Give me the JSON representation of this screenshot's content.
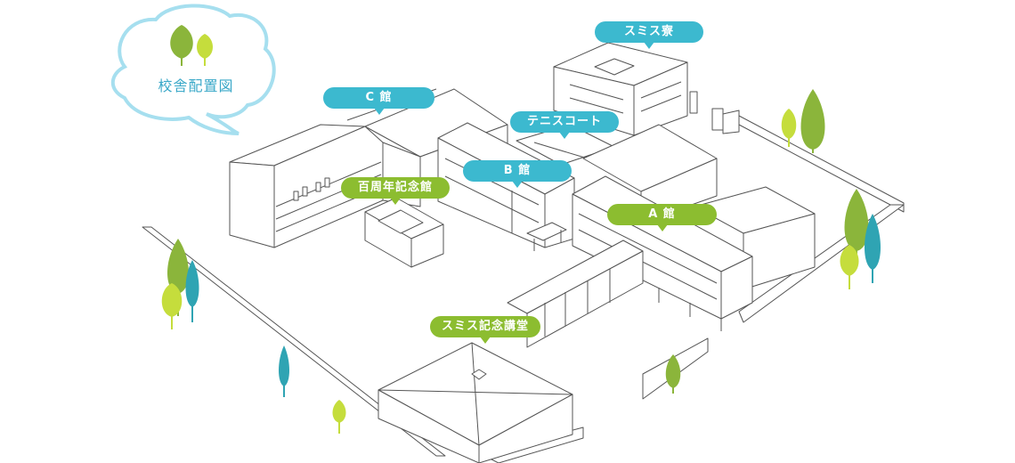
{
  "title": "校舎配置図",
  "labels": {
    "smith_dorm": "スミス寮",
    "c_hall": "C 館",
    "tennis_court": "テニスコート",
    "b_hall": "B 館",
    "centennial_hall": "百周年記念館",
    "a_hall": "A 館",
    "smith_auditorium": "スミス記念講堂"
  },
  "colors": {
    "teal": "#3cb9cf",
    "green": "#8cbd30",
    "line": "#555555",
    "cloud_border": "#a6dfef",
    "title_text": "#3aa8c8",
    "tree_light_green": "#c5dd3c",
    "tree_green": "#8bb53b",
    "tree_teal": "#2fa4b3"
  },
  "icons": {
    "title_icon": "tree-icon",
    "tree": "tree-icon"
  }
}
